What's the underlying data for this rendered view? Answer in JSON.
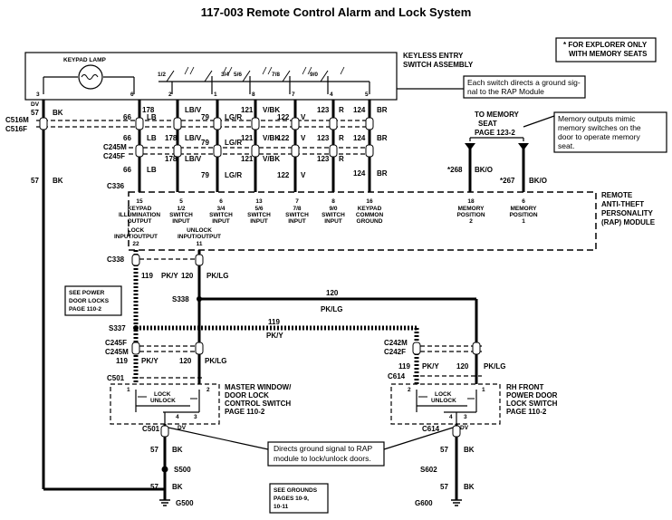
{
  "title": "117-003 Remote Control Alarm and Lock System",
  "explorer_note": [
    "* FOR EXPLORER ONLY",
    "WITH MEMORY SEATS"
  ],
  "keyless": {
    "label": [
      "KEYLESS ENTRY",
      "SWITCH ASSEMBLY"
    ],
    "keypad_lamp": "KEYPAD LAMP",
    "switch_labels": [
      "1/2",
      "3/4",
      "5/6",
      "7/8",
      "9/0"
    ],
    "pins": [
      "3",
      "6",
      "2",
      "1",
      "8",
      "7",
      "4",
      "5"
    ],
    "callout": [
      "Each switch directs a ground sig-",
      "nal to the RAP Module"
    ]
  },
  "dv_top": "DV",
  "wires": [
    {
      "circuit": "66",
      "color": "LB"
    },
    {
      "circuit": "178",
      "color": "LB/V"
    },
    {
      "circuit": "79",
      "color": "LG/R"
    },
    {
      "circuit": "121",
      "color": "V/BK"
    },
    {
      "circuit": "122",
      "color": "V"
    },
    {
      "circuit": "123",
      "color": "R"
    },
    {
      "circuit": "124",
      "color": "BR"
    }
  ],
  "gnd_wire": {
    "circuit": "57",
    "color": "BK"
  },
  "connectors": [
    "C516M",
    "C516F",
    "C245M",
    "C245F",
    "C336",
    "C338",
    "S338",
    "S337",
    "C245F",
    "C245M",
    "C501",
    "C242M",
    "C242F",
    "C614",
    "C501",
    "C614"
  ],
  "memory_seat": {
    "label": [
      "TO MEMORY",
      "SEAT"
    ],
    "page": "PAGE  123-2",
    "wires": [
      {
        "circuit": "*268",
        "color": "BK/O"
      },
      {
        "circuit": "*267",
        "color": "BK/O"
      }
    ],
    "callout": [
      "Memory outputs mimic",
      "memory switches on the",
      "door to operate memory",
      "seat."
    ]
  },
  "rap": {
    "label": [
      "REMOTE",
      "ANTI-THEFT",
      "PERSONALITY",
      "(RAP) MODULE"
    ],
    "pins": [
      {
        "num": "15",
        "name": [
          "KEYPAD",
          "ILLUMINATION",
          "OUTPUT"
        ]
      },
      {
        "num": "5",
        "name": [
          "1/2",
          "SWITCH",
          "INPUT"
        ]
      },
      {
        "num": "6",
        "name": [
          "3/4",
          "SWITCH",
          "INPUT"
        ]
      },
      {
        "num": "13",
        "name": [
          "5/6",
          "SWITCH",
          "INPUT"
        ]
      },
      {
        "num": "7",
        "name": [
          "7/8",
          "SWITCH",
          "INPUT"
        ]
      },
      {
        "num": "8",
        "name": [
          "9/0",
          "SWITCH",
          "INPUT"
        ]
      },
      {
        "num": "16",
        "name": [
          "KEYPAD",
          "COMMON",
          "GROUND"
        ]
      },
      {
        "num": "18",
        "name": [
          "MEMORY",
          "POSITION",
          "2"
        ]
      },
      {
        "num": "6",
        "name": [
          "MEMORY",
          "POSITION",
          "1"
        ]
      }
    ],
    "lock": {
      "name": [
        "LOCK",
        "INPUT/OUTPUT"
      ],
      "num": "22"
    },
    "unlock": {
      "name": [
        "UNLOCK",
        "INPUT/OUTPUT"
      ],
      "num": "11"
    }
  },
  "lock_wires": [
    {
      "circuit": "119",
      "color": "PK/Y"
    },
    {
      "circuit": "120",
      "color": "PK/LG"
    }
  ],
  "see_power_locks": [
    "SEE POWER",
    "DOOR LOCKS",
    "PAGE  110-2"
  ],
  "master_switch": {
    "label": [
      "MASTER WINDOW/",
      "DOOR LOCK",
      "CONTROL SWITCH",
      "PAGE  110-2"
    ],
    "lock": "LOCK",
    "unlock": "UNLOCK",
    "pins": [
      "1",
      "2",
      "4",
      "3"
    ]
  },
  "rh_switch": {
    "label": [
      "RH FRONT",
      "POWER DOOR",
      "LOCK SWITCH",
      "PAGE  110-2"
    ],
    "lock": "LOCK",
    "unlock": "UNLOCK",
    "pins": [
      "2",
      "1",
      "4",
      "3"
    ]
  },
  "ground_callout": [
    "Directs ground signal to RAP",
    "module to lock/unlock doors."
  ],
  "grounds": {
    "left_splice": "S500",
    "left_ground": "G500",
    "right_splice": "S602",
    "right_ground": "G600",
    "see": [
      "SEE GROUNDS",
      "PAGES  10-9,",
      "10-11"
    ]
  },
  "dv_bottom": "DV"
}
